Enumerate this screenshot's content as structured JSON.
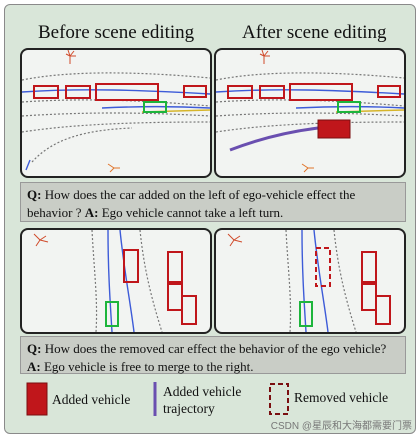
{
  "headers": {
    "before": "Before scene editing",
    "after": "After scene editing"
  },
  "qa1": {
    "q_prefix": "Q:",
    "question": "How does the car added on the left of ego-vehicle effect the behavior ?",
    "a_prefix": "A:",
    "answer": "Ego vehicle cannot take a left turn."
  },
  "qa2": {
    "q_prefix": "Q:",
    "question": "How does the removed car effect the behavior of the ego vehicle?",
    "a_prefix": "A:",
    "answer": "Ego vehicle is free to merge to the right."
  },
  "legend": {
    "added_vehicle": "Added vehicle",
    "added_trajectory_line1": "Added vehicle",
    "added_trajectory_line2": "trajectory",
    "removed_vehicle": "Removed vehicle"
  },
  "watermark": "CSDN @星辰和大海都需要门票",
  "colors": {
    "frame_bg": "#d9e6d9",
    "panel_bg": "#f2f4f2",
    "qa_bg": "#c9cdc6",
    "vehicle_red": "#c0161b",
    "ego_green": "#1db53c",
    "trajectory_purple": "#6a4fb0",
    "lane_blue": "#3d5bd8",
    "lane_gray": "#777777",
    "lane_yellow": "#d6b52a"
  }
}
